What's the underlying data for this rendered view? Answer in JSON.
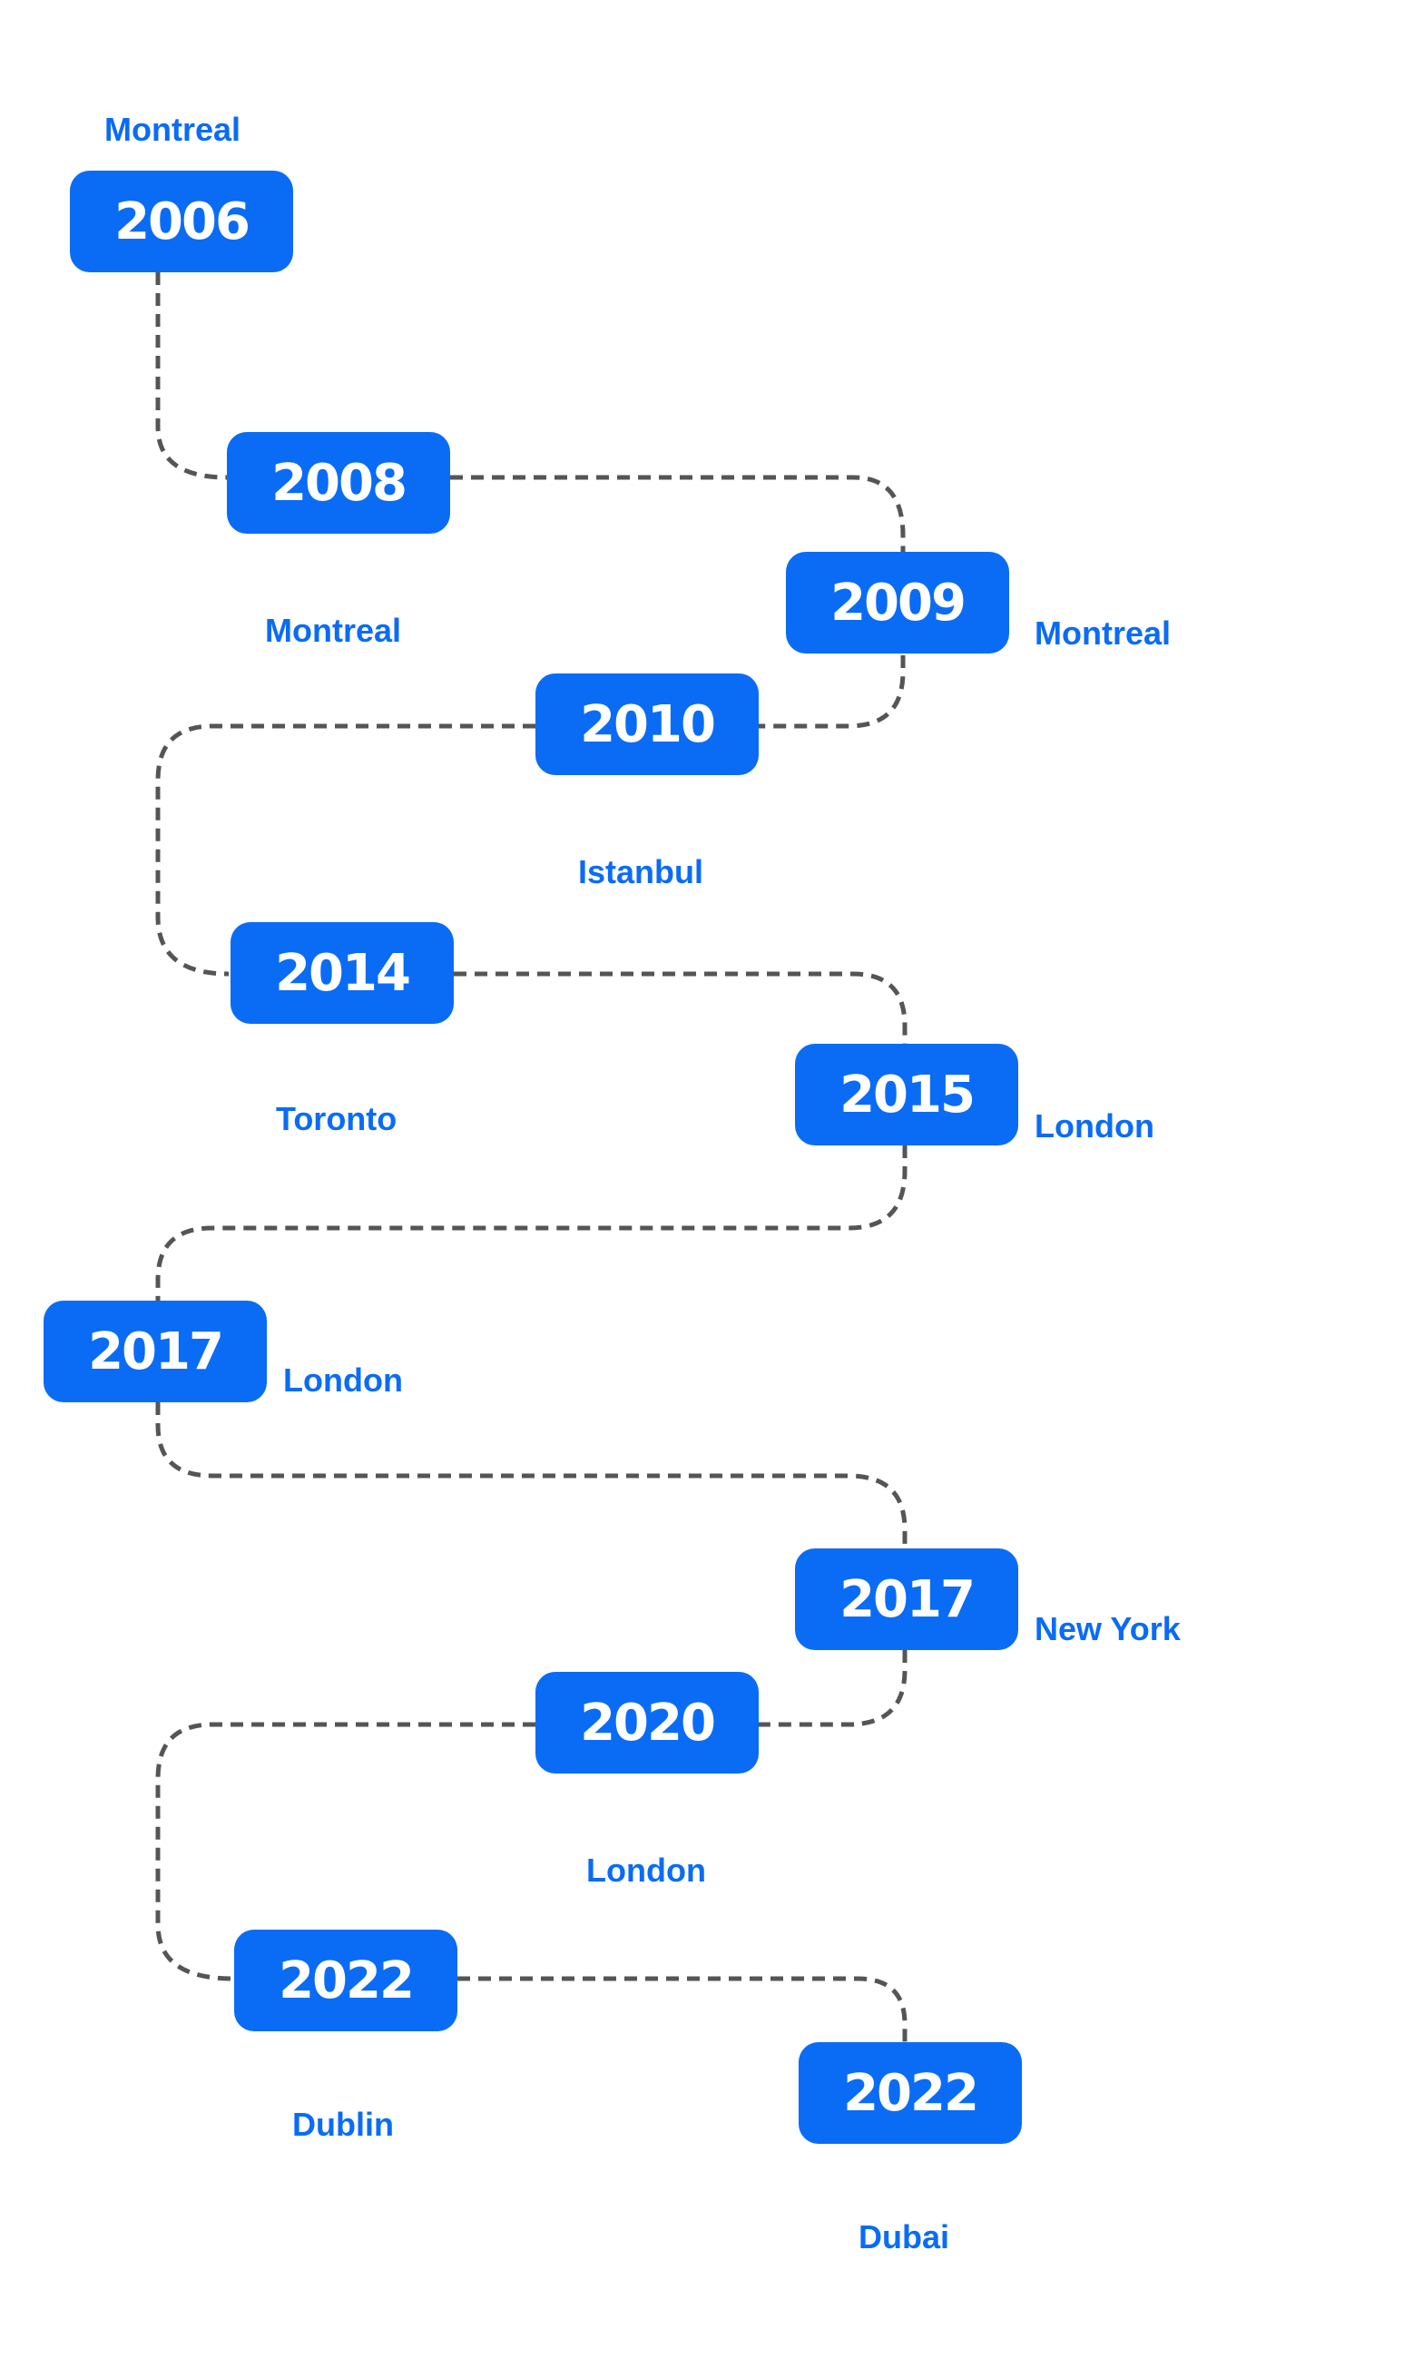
{
  "colors": {
    "accent": "#0a6cf5",
    "box_text": "#ffffff",
    "connector": "#555555"
  },
  "timeline": [
    {
      "year": "2006",
      "city": "Montreal"
    },
    {
      "year": "2008",
      "city": "Montreal"
    },
    {
      "year": "2009",
      "city": "Montreal"
    },
    {
      "year": "2010",
      "city": "Istanbul"
    },
    {
      "year": "2014",
      "city": "Toronto"
    },
    {
      "year": "2015",
      "city": "London"
    },
    {
      "year": "2017",
      "city": "London"
    },
    {
      "year": "2017",
      "city": "New York"
    },
    {
      "year": "2020",
      "city": "London"
    },
    {
      "year": "2022",
      "city": "Dublin"
    },
    {
      "year": "2022",
      "city": "Dubai"
    }
  ]
}
